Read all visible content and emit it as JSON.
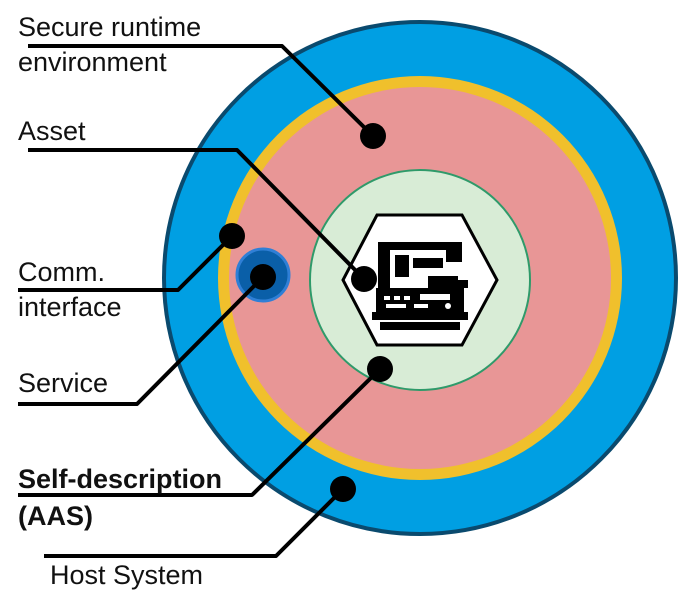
{
  "labels": {
    "secure_runtime": [
      "Secure runtime",
      "environment"
    ],
    "asset": "Asset",
    "comm_interface": [
      "Comm.",
      "interface"
    ],
    "service": "Service",
    "self_description": [
      "Self-description",
      "(AAS)"
    ],
    "host_system": "Host System"
  },
  "colors": {
    "host_ring": "#009fe3",
    "host_outline": "#0a4a6e",
    "secure_ring": "#f0c02c",
    "secure_fill": "#e89696",
    "aas_fill": "#d8ecd6",
    "aas_outline": "#2f9a6a",
    "service_fill": "#0a5fa8",
    "service_ring": "#2f7fd6",
    "pointer": "#000000"
  },
  "icons": {
    "asset": "machine-tool-icon"
  }
}
